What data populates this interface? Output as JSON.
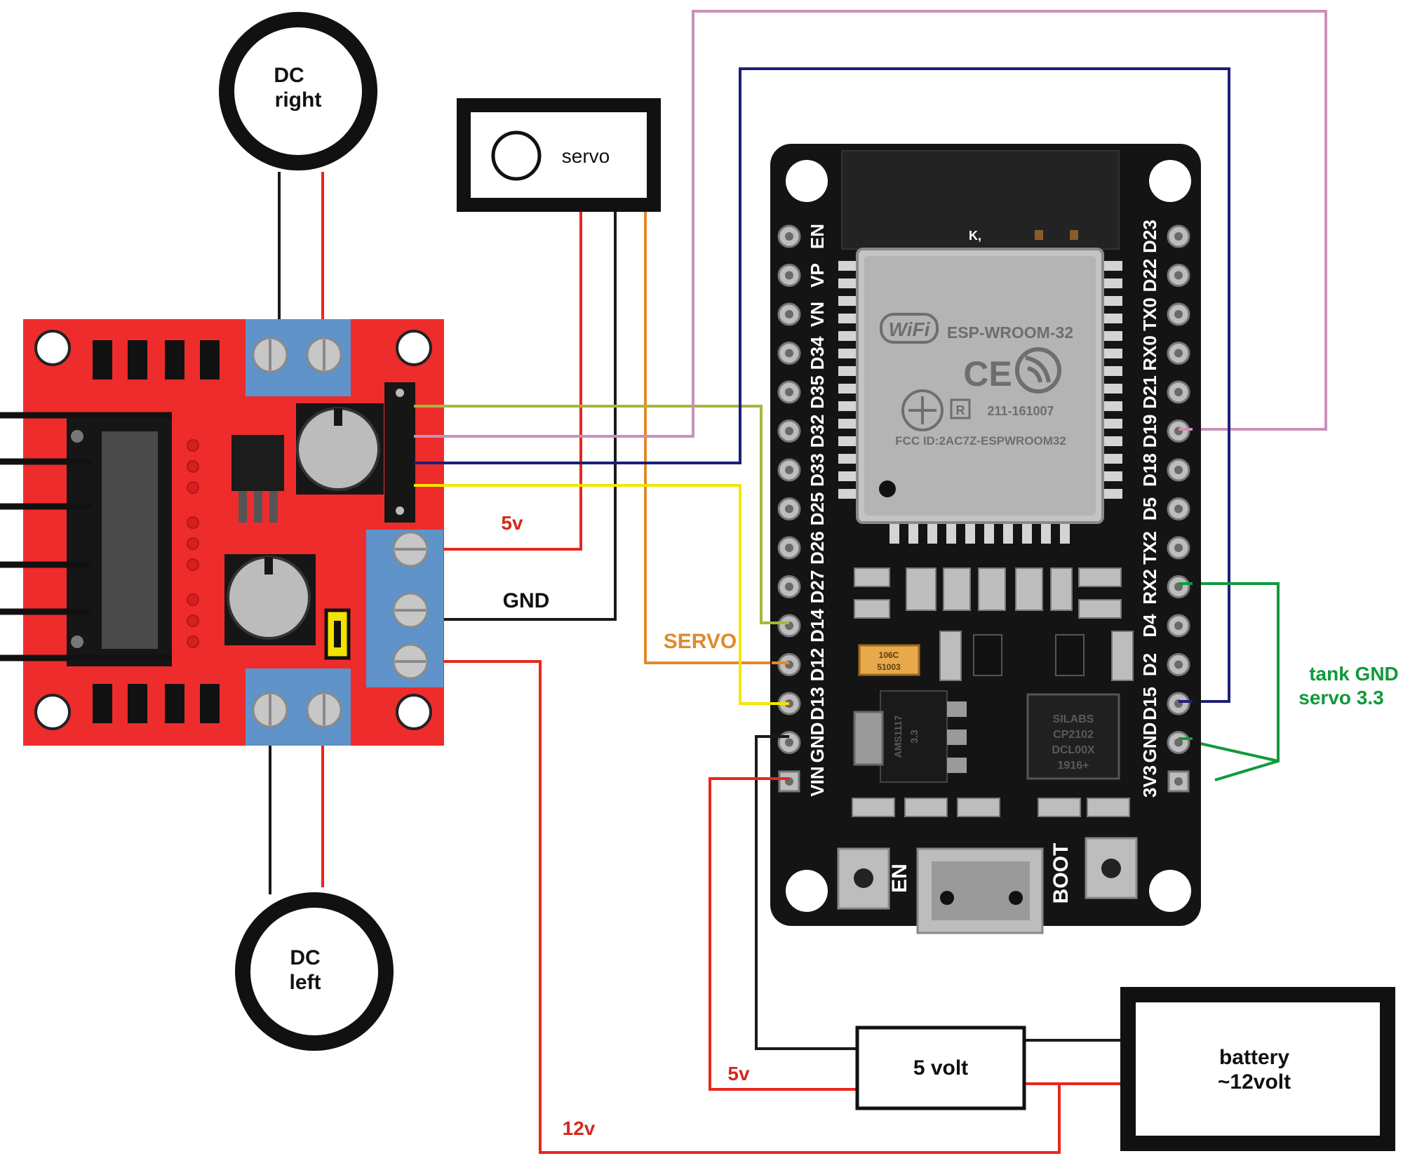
{
  "motors": {
    "right": {
      "line1": "DC",
      "line2": "right"
    },
    "left": {
      "line1": "DC",
      "line2": "left"
    }
  },
  "servo": {
    "label": "servo"
  },
  "wire_labels": {
    "five_v_servo": "5v",
    "gnd": "GND",
    "servo_signal": "SERVO",
    "five_v_regulator": "5v",
    "twelve_v": "12v"
  },
  "tank_note": {
    "line1": "tank GND",
    "line2": "servo 3.3"
  },
  "regulator": {
    "label": "5 volt"
  },
  "battery": {
    "line1": "battery",
    "line2": "~12volt"
  },
  "esp32": {
    "module_name": "ESP-WROOM-32",
    "wifi_badge": "WiFi",
    "ce_mark": "CE",
    "cert_number": "211-161007",
    "fcc_id": "FCC ID:2AC7Z-ESPWROOM32",
    "shield_mark": "K,",
    "left_pins": [
      "EN",
      "VP",
      "VN",
      "D34",
      "D35",
      "D32",
      "D33",
      "D25",
      "D26",
      "D27",
      "D14",
      "D12",
      "D13",
      "GND",
      "VIN"
    ],
    "right_pins": [
      "D23",
      "D22",
      "TX0",
      "RX0",
      "D21",
      "D19",
      "D18",
      "D5",
      "TX2",
      "RX2",
      "D4",
      "D2",
      "D15",
      "GND",
      "3V3"
    ],
    "en_button": "EN",
    "boot_button": "BOOT",
    "usb_chip": [
      "SILABS",
      "CP2102",
      "DCL00X",
      "1916+"
    ],
    "ldo_chip": [
      "AMS1117",
      "3.3"
    ],
    "capacitor_mark": [
      "106C",
      "51003"
    ]
  },
  "colors": {
    "wire_red": "#e8261c",
    "wire_black": "#1a1a1a",
    "wire_orange": "#e08a2a",
    "wire_olive": "#a9b53c",
    "wire_pink": "#c991b8",
    "wire_navy": "#1e1e78",
    "wire_yellow": "#f3e600",
    "wire_green": "#109a3c",
    "driver_board": "#ee2c2c",
    "terminal_blue": "#5f93c9",
    "esp_board": "#141414",
    "label_red": "#d32a1c",
    "label_orange": "#e08a2a",
    "label_green": "#109a3c"
  }
}
